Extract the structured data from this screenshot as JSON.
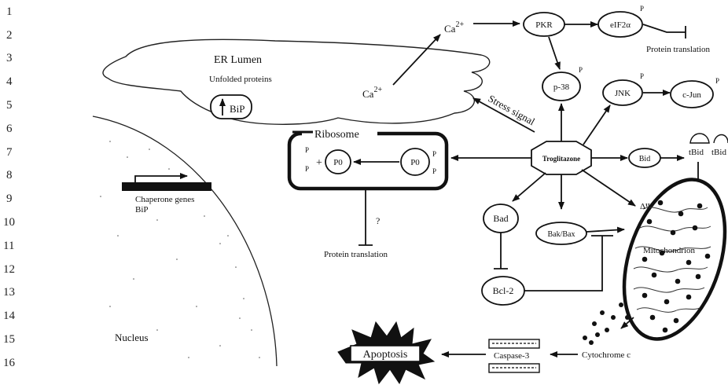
{
  "line_numbers": [
    "1",
    "2",
    "3",
    "4",
    "5",
    "6",
    "7",
    "8",
    "9",
    "10",
    "11",
    "12",
    "13",
    "14",
    "15",
    "16"
  ],
  "er": {
    "title": "ER Lumen",
    "subtitle": "Unfolded proteins",
    "bip": "BiP"
  },
  "ribosome": {
    "title": "Ribosome",
    "p0_left": "P0",
    "p0_right": "P0",
    "plus": "+",
    "p_marks": [
      "P",
      "P",
      "P",
      "P"
    ],
    "question": "?"
  },
  "protein_translation_left": "Protein translation",
  "protein_translation_right": "Protein translation",
  "ca_top": {
    "base": "Ca",
    "sup": "2+"
  },
  "ca_mid": {
    "base": "Ca",
    "sup": "2+"
  },
  "pkr": "PKR",
  "eif2a": "eIF2α",
  "p38": "p-38",
  "jnk": "JNK",
  "cjun": "c-Jun",
  "phospho_mark": "P",
  "stress_signal": "Stress signal",
  "troglitazone": "Troglitazone",
  "bid": "Bid",
  "tbid": "tBid",
  "tbid_cut": "tBid",
  "bad": "Bad",
  "bak_bax": "Bak/Bax",
  "bcl2": "Bcl-2",
  "delta_psi": "ΔΨ",
  "mitochondrion": "Mitochondrion",
  "cytochrome_c": "Cytochrome c",
  "caspase3": "Caspase-3",
  "apoptosis": "Apoptosis",
  "nucleus": "Nucleus",
  "chaperone": {
    "line1": "Chaperone genes",
    "line2": "BiP"
  }
}
